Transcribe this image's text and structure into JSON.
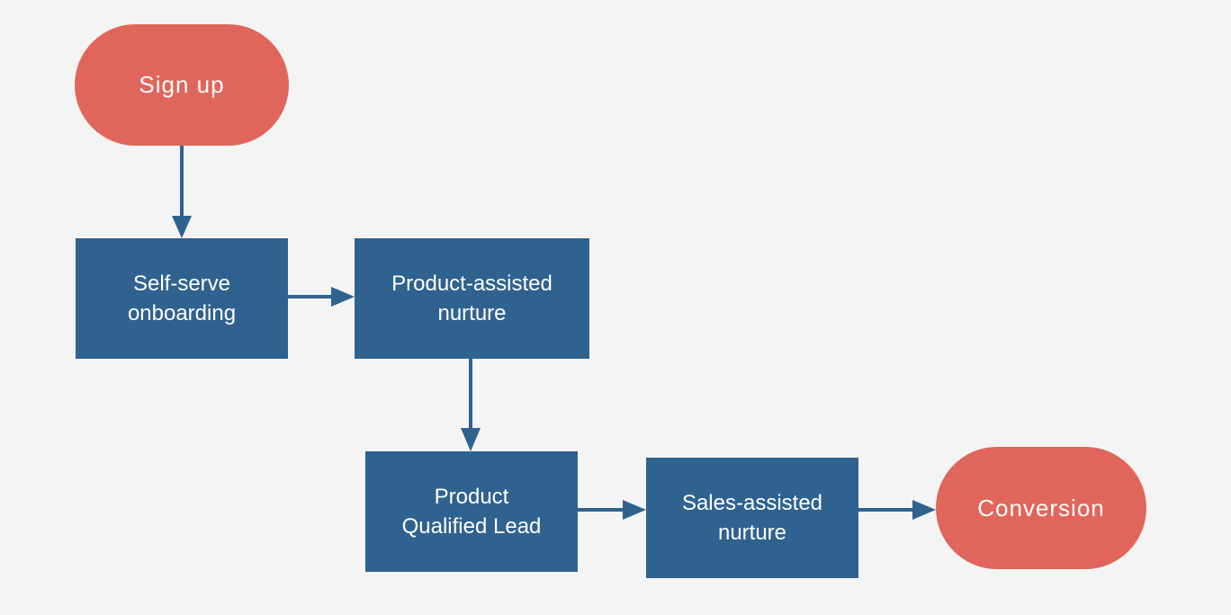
{
  "colors": {
    "background": "#f4f4f4",
    "terminal_fill": "#e0665b",
    "process_fill": "#30628f",
    "connector": "#30628f",
    "text": "#ffffff"
  },
  "nodes": {
    "sign_up": {
      "label": "Sign up",
      "shape": "terminal"
    },
    "self_serve": {
      "label": "Self-serve\nonboarding",
      "shape": "process"
    },
    "product_assisted": {
      "label": "Product-assisted\nnurture",
      "shape": "process"
    },
    "pql": {
      "label": "Product\nQualified Lead",
      "shape": "process"
    },
    "sales_assisted": {
      "label": "Sales-assisted\nnurture",
      "shape": "process"
    },
    "conversion": {
      "label": "Conversion",
      "shape": "terminal"
    }
  },
  "edges": [
    {
      "from": "sign_up",
      "to": "self_serve"
    },
    {
      "from": "self_serve",
      "to": "product_assisted"
    },
    {
      "from": "product_assisted",
      "to": "pql"
    },
    {
      "from": "pql",
      "to": "sales_assisted"
    },
    {
      "from": "sales_assisted",
      "to": "conversion"
    }
  ]
}
